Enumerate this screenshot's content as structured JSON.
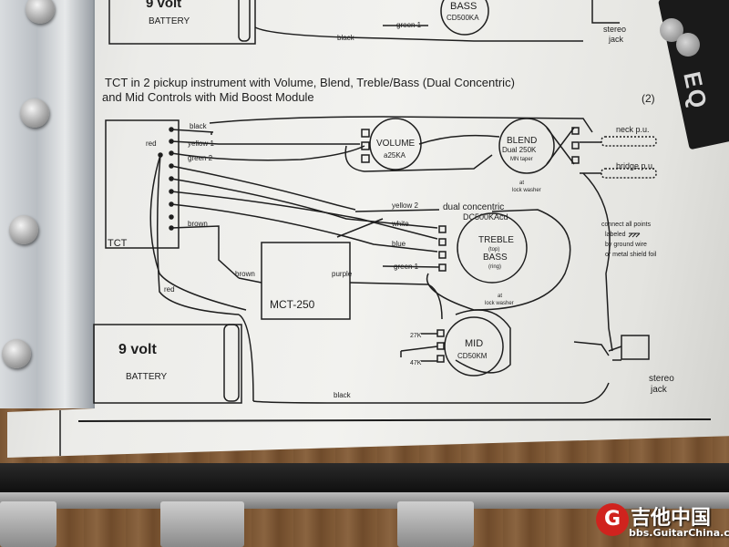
{
  "title_line1": "TCT in 2 pickup instrument with Volume, Blend, Treble/Bass (Dual Concentric)",
  "title_line2": "and Mid Controls with Mid Boost Module",
  "figure_number": "(2)",
  "top_section": {
    "battery_label": "BATTERY",
    "battery_volt": "9 volt",
    "bass_label": "BASS",
    "bass_part": "CD500KA",
    "wire_green1": "green 1",
    "wire_black": "black",
    "jack_label1": "stereo",
    "jack_label2": "jack"
  },
  "tct": {
    "label": "TCT",
    "wires": [
      "black",
      "yellow 1",
      "green 2",
      "brown"
    ],
    "red_label": "red",
    "red_lower_label": "red"
  },
  "volume": {
    "label": "VOLUME",
    "part": "a25KA"
  },
  "blend": {
    "label": "BLEND",
    "detail1": "Dual 250K",
    "detail2": "MN taper",
    "washer1": "at",
    "washer2": "lock washer"
  },
  "pickups": {
    "neck": "neck p.u.",
    "bridge": "bridge p.u."
  },
  "dual_concentric": {
    "heading": "dual concentric",
    "part": "DC500KAcd",
    "treble": "TREBLE",
    "top": "(top)",
    "bass": "BASS",
    "ring": "(ring)",
    "washer1": "at",
    "washer2": "lock washer",
    "wires": [
      "yellow 2",
      "white",
      "blue",
      "green 1"
    ]
  },
  "ground_note": [
    "connect all points",
    "labeled",
    "by ground wire",
    "or metal shield foil"
  ],
  "module": {
    "label": "MCT-250",
    "wire_left": "brown",
    "wire_right": "purple"
  },
  "mid": {
    "label": "MID",
    "part": "CD50KM",
    "resistor_top": "27K",
    "resistor_bottom": "47K"
  },
  "battery": {
    "volt": "9 volt",
    "label": "BATTERY"
  },
  "bottom_wire": "black",
  "jack": {
    "line1": "stereo",
    "line2": "jack"
  },
  "pedal_eq": "EQ",
  "watermark": {
    "logo": "G",
    "main": "吉他中国",
    "site": "bbs.GuitarChina.com"
  },
  "colors": {
    "ink": "#1e1e1e",
    "paper": "#efefec",
    "watermark_red": "#d0231e"
  }
}
